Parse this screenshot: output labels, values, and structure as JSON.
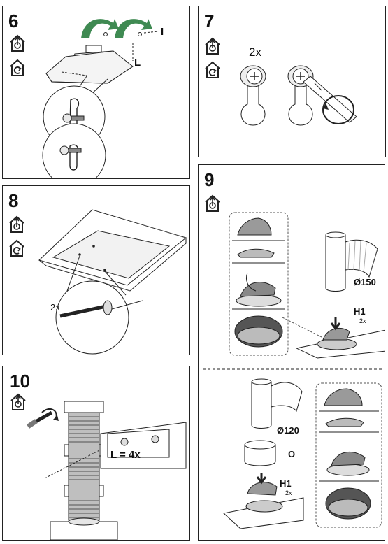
{
  "steps": {
    "s6": {
      "number": "6",
      "label_i": "I",
      "label_l": "L"
    },
    "s7": {
      "number": "7",
      "count": "2x"
    },
    "s8": {
      "number": "8",
      "count": "2x"
    },
    "s9": {
      "number": "9",
      "dia_150": "Ø150",
      "dia_120": "Ø120",
      "h1": "H1",
      "h1_count": "2x",
      "h1b": "H1",
      "h1b_count": "2x",
      "o": "O"
    },
    "s10": {
      "number": "10",
      "l_count": "L = 4x"
    }
  },
  "icons": [
    "house-exhaust-icon",
    "house-recirculation-icon"
  ],
  "colors": {
    "line": "#222222",
    "grey": "#9a9a9a",
    "arrow_green": "#3f8a52"
  }
}
